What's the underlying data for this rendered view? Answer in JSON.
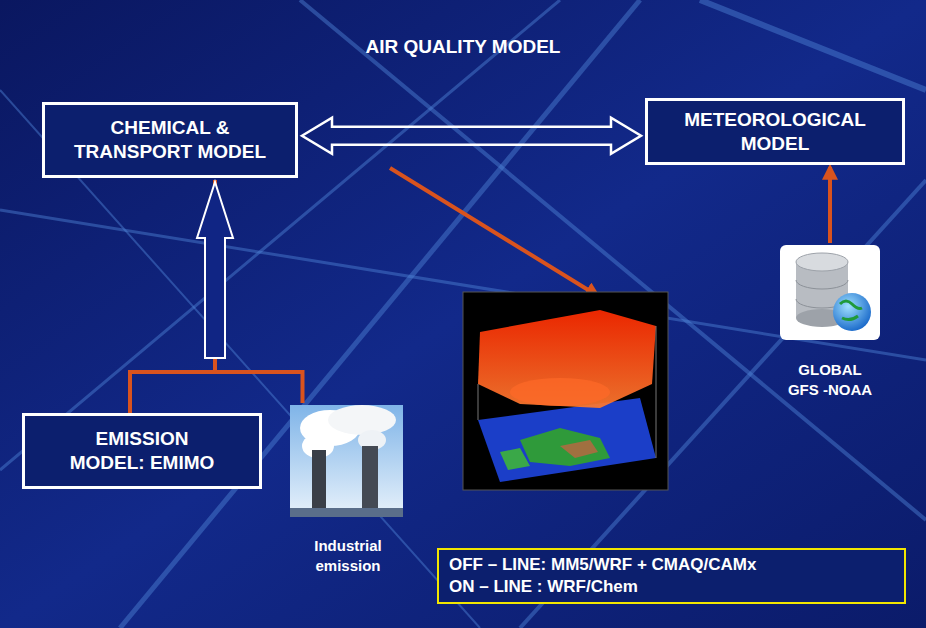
{
  "diagram": {
    "title": "AIR QUALITY MODEL",
    "nodes": [
      {
        "text": [
          "CHEMICAL & TRANSPORT MODEL"
        ]
      },
      {
        "text": [
          "METEOROLOGICAL MODEL"
        ]
      },
      {
        "text": [
          "GLOBAL GFS -NOAA"
        ]
      },
      {
        "text": [
          "EMISSION MODEL: EMIMO"
        ]
      },
      {
        "text": [
          "Industrial emission"
        ]
      },
      {
        "text": [
          "OFF – LINE: MM5/WRF + CMAQ/CAMx",
          "ON – LINE : WRF/Chem"
        ]
      }
    ],
    "edges": [
      {
        "from": 0,
        "to": 1,
        "arrow": "both"
      },
      {
        "from": 2,
        "to": 1,
        "arrow": "to"
      },
      {
        "from": 3,
        "to": 0,
        "arrow": "to"
      },
      {
        "from": 4,
        "to": 0,
        "arrow": "to"
      }
    ]
  }
}
